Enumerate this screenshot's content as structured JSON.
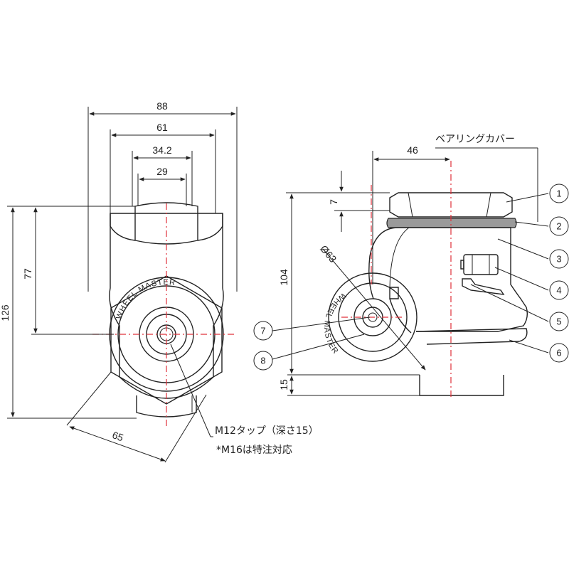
{
  "dimensions": {
    "d88": "88",
    "d61": "61",
    "d34_2": "34.2",
    "d29": "29",
    "d77": "77",
    "d126": "126",
    "d65": "65",
    "d46": "46",
    "d7": "7",
    "d104": "104",
    "d63": "Ø63",
    "d15": "15"
  },
  "labels": {
    "bearing_cover": "ベアリングカバー",
    "tap": "M12タップ（深さ15）",
    "special_order": "*M16は特注対応",
    "logo_text": "WHEEL MASTER"
  },
  "callouts": [
    "1",
    "2",
    "3",
    "4",
    "5",
    "6",
    "7",
    "8"
  ],
  "colors": {
    "line": "#222222",
    "centerline": "#e0303a",
    "cover": "#9a9a9a"
  }
}
